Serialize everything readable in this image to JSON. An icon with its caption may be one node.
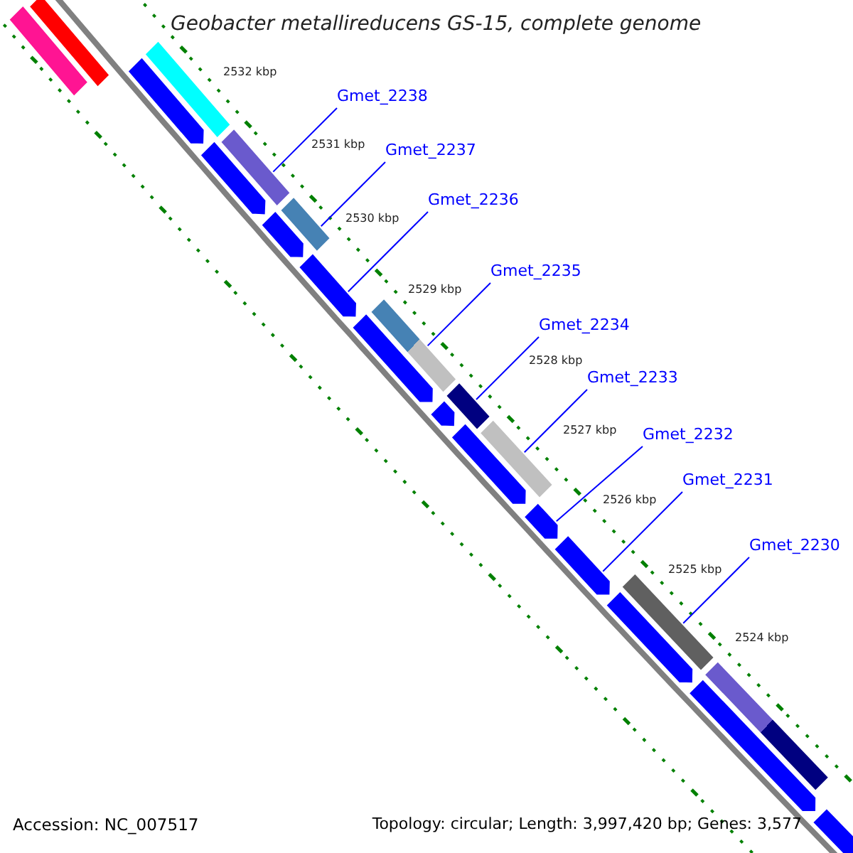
{
  "diagram": {
    "title": "Geobacter metallireducens GS-15, complete genome",
    "nodes": [
      {
        "text": [
          "Gmet_2238"
        ]
      },
      {
        "text": [
          "Gmet_2237"
        ]
      },
      {
        "text": [
          "Gmet_2236"
        ]
      },
      {
        "text": [
          "Gmet_2235"
        ]
      },
      {
        "text": [
          "Gmet_2234"
        ]
      },
      {
        "text": [
          "Gmet_2233"
        ]
      },
      {
        "text": [
          "Gmet_2232"
        ]
      },
      {
        "text": [
          "Gmet_2231"
        ]
      },
      {
        "text": [
          "Gmet_2230"
        ]
      },
      {
        "text": [],
        "shape": "bar"
      },
      {
        "text": [],
        "shape": "bar"
      },
      {
        "text": [],
        "shape": "bar"
      },
      {
        "text": [],
        "shape": "arrow"
      },
      {
        "text": [],
        "shape": "arrow"
      },
      {
        "text": [],
        "shape": "bar"
      },
      {
        "text": [],
        "shape": "arrow"
      },
      {
        "text": [],
        "shape": "bar"
      },
      {
        "text": [],
        "shape": "arrow"
      },
      {
        "text": [],
        "shape": "arrow"
      },
      {
        "text": [],
        "shape": "bar"
      },
      {
        "text": [],
        "shape": "bar"
      },
      {
        "text": [],
        "shape": "arrow"
      },
      {
        "text": [],
        "shape": "arrow"
      },
      {
        "text": [],
        "shape": "bar"
      },
      {
        "text": [],
        "shape": "arrow"
      },
      {
        "text": [],
        "shape": "arrow"
      },
      {
        "text": [],
        "shape": "bar"
      },
      {
        "text": [],
        "shape": "arrow"
      },
      {
        "text": [],
        "shape": "bar"
      },
      {
        "text": [],
        "shape": "arrow"
      },
      {
        "text": [],
        "shape": "arrow"
      }
    ],
    "edges": [
      {
        "from": 0,
        "to": 14,
        "arrow": "none"
      },
      {
        "from": 1,
        "to": 16,
        "arrow": "none"
      },
      {
        "from": 2,
        "to": 17,
        "arrow": "none"
      },
      {
        "from": 3,
        "to": 19,
        "arrow": "none"
      },
      {
        "from": 4,
        "to": 20,
        "arrow": "none"
      },
      {
        "from": 5,
        "to": 23,
        "arrow": "none"
      },
      {
        "from": 6,
        "to": 24,
        "arrow": "none"
      },
      {
        "from": 7,
        "to": 25,
        "arrow": "none"
      },
      {
        "from": 8,
        "to": 26,
        "arrow": "none"
      }
    ],
    "labels": [
      "2532 kbp",
      "2531 kbp",
      "2530 kbp",
      "2529 kbp",
      "2528 kbp",
      "2527 kbp",
      "2526 kbp",
      "2525 kbp",
      "2524 kbp",
      "Accession: NC_007517",
      "Topology: circular; Length: 3,997,420 bp; Genes: 3,577"
    ]
  }
}
